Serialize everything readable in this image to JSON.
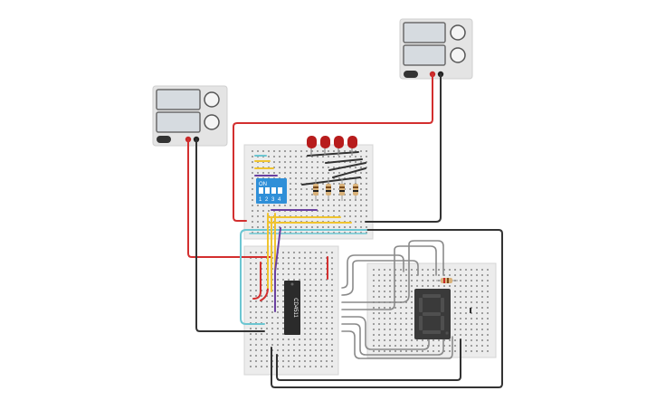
{
  "psu_left": {
    "brand_text": "",
    "display_top": "",
    "display_bottom": "",
    "switch_label": ""
  },
  "psu_right": {
    "brand_text": "",
    "display_top": "",
    "display_bottom": "",
    "switch_label": ""
  },
  "dip_switch": {
    "label_on": "ON",
    "positions": [
      "1",
      "2",
      "3",
      "4"
    ]
  },
  "ic": {
    "label": "CD4511"
  },
  "seven_segment": {
    "digit": "8"
  },
  "colors": {
    "wire_red": "#d32f2f",
    "wire_black": "#333333",
    "wire_cyan": "#6cc6d2",
    "wire_yellow": "#f0c430",
    "wire_purple": "#6a3fa0",
    "wire_gray": "#8a8a8a",
    "led_red": "#b71c1c",
    "dip_blue": "#2f8fd8",
    "breadboard": "#eeeeee"
  }
}
